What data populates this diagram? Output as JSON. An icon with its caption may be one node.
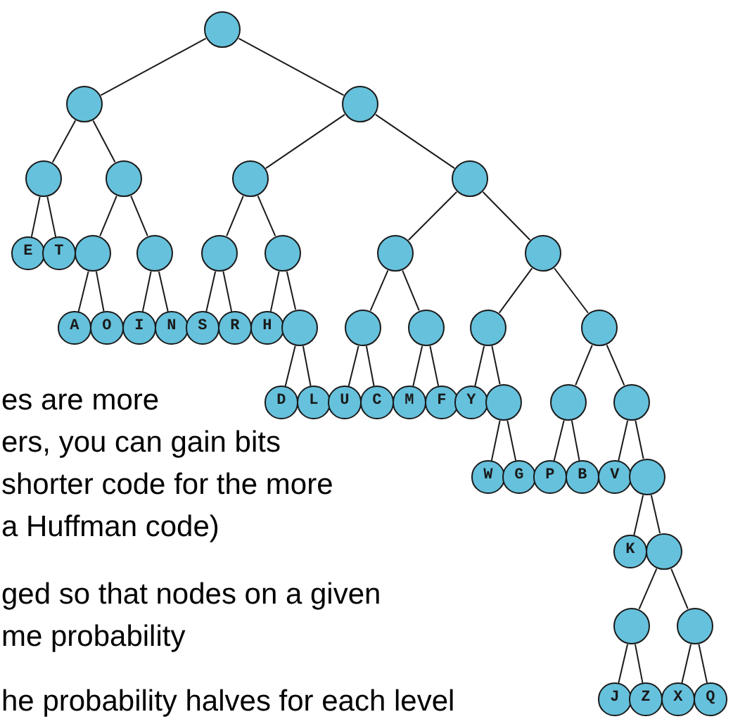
{
  "diagram": {
    "nodes": [
      {
        "text": [],
        "shape": "circle"
      },
      {
        "text": [],
        "shape": "circle"
      },
      {
        "text": [],
        "shape": "circle"
      },
      {
        "text": [],
        "shape": "circle"
      },
      {
        "text": [],
        "shape": "circle"
      },
      {
        "text": [],
        "shape": "circle"
      },
      {
        "text": [],
        "shape": "circle"
      },
      {
        "text": [
          "E"
        ]
      },
      {
        "text": [
          "T"
        ]
      },
      {
        "text": [],
        "shape": "circle"
      },
      {
        "text": [],
        "shape": "circle"
      },
      {
        "text": [],
        "shape": "circle"
      },
      {
        "text": [],
        "shape": "circle"
      },
      {
        "text": [],
        "shape": "circle"
      },
      {
        "text": [],
        "shape": "circle"
      },
      {
        "text": [
          "A"
        ]
      },
      {
        "text": [
          "O"
        ]
      },
      {
        "text": [
          "I"
        ]
      },
      {
        "text": [
          "N"
        ]
      },
      {
        "text": [
          "S"
        ]
      },
      {
        "text": [
          "R"
        ]
      },
      {
        "text": [
          "H"
        ]
      },
      {
        "text": [],
        "shape": "circle"
      },
      {
        "text": [],
        "shape": "circle"
      },
      {
        "text": [],
        "shape": "circle"
      },
      {
        "text": [],
        "shape": "circle"
      },
      {
        "text": [],
        "shape": "circle"
      },
      {
        "text": [
          "D"
        ]
      },
      {
        "text": [
          "L"
        ]
      },
      {
        "text": [
          "U"
        ]
      },
      {
        "text": [
          "C"
        ]
      },
      {
        "text": [
          "M"
        ]
      },
      {
        "text": [
          "F"
        ]
      },
      {
        "text": [
          "Y"
        ]
      },
      {
        "text": [],
        "shape": "circle"
      },
      {
        "text": [],
        "shape": "circle"
      },
      {
        "text": [],
        "shape": "circle"
      },
      {
        "text": [
          "W"
        ]
      },
      {
        "text": [
          "G"
        ]
      },
      {
        "text": [
          "P"
        ]
      },
      {
        "text": [
          "B"
        ]
      },
      {
        "text": [
          "V"
        ]
      },
      {
        "text": [],
        "shape": "circle"
      },
      {
        "text": [
          "K"
        ]
      },
      {
        "text": [],
        "shape": "circle"
      },
      {
        "text": [],
        "shape": "circle"
      },
      {
        "text": [],
        "shape": "circle"
      },
      {
        "text": [
          "J"
        ]
      },
      {
        "text": [
          "Z"
        ]
      },
      {
        "text": [
          "X"
        ]
      },
      {
        "text": [
          "Q"
        ]
      }
    ],
    "edges": [
      {
        "from": 0,
        "to": 1,
        "arrow": "none"
      },
      {
        "from": 0,
        "to": 2,
        "arrow": "none"
      },
      {
        "from": 1,
        "to": 3,
        "arrow": "none"
      },
      {
        "from": 1,
        "to": 4,
        "arrow": "none"
      },
      {
        "from": 2,
        "to": 5,
        "arrow": "none"
      },
      {
        "from": 2,
        "to": 6,
        "arrow": "none"
      },
      {
        "from": 3,
        "to": 7,
        "arrow": "none"
      },
      {
        "from": 3,
        "to": 8,
        "arrow": "none"
      },
      {
        "from": 4,
        "to": 9,
        "arrow": "none"
      },
      {
        "from": 4,
        "to": 10,
        "arrow": "none"
      },
      {
        "from": 5,
        "to": 11,
        "arrow": "none"
      },
      {
        "from": 5,
        "to": 12,
        "arrow": "none"
      },
      {
        "from": 6,
        "to": 13,
        "arrow": "none"
      },
      {
        "from": 6,
        "to": 14,
        "arrow": "none"
      },
      {
        "from": 9,
        "to": 15,
        "arrow": "none"
      },
      {
        "from": 9,
        "to": 16,
        "arrow": "none"
      },
      {
        "from": 10,
        "to": 17,
        "arrow": "none"
      },
      {
        "from": 10,
        "to": 18,
        "arrow": "none"
      },
      {
        "from": 11,
        "to": 19,
        "arrow": "none"
      },
      {
        "from": 11,
        "to": 20,
        "arrow": "none"
      },
      {
        "from": 12,
        "to": 21,
        "arrow": "none"
      },
      {
        "from": 12,
        "to": 22,
        "arrow": "none"
      },
      {
        "from": 13,
        "to": 23,
        "arrow": "none"
      },
      {
        "from": 13,
        "to": 24,
        "arrow": "none"
      },
      {
        "from": 14,
        "to": 25,
        "arrow": "none"
      },
      {
        "from": 14,
        "to": 26,
        "arrow": "none"
      },
      {
        "from": 22,
        "to": 27,
        "arrow": "none"
      },
      {
        "from": 22,
        "to": 28,
        "arrow": "none"
      },
      {
        "from": 23,
        "to": 29,
        "arrow": "none"
      },
      {
        "from": 23,
        "to": 30,
        "arrow": "none"
      },
      {
        "from": 24,
        "to": 31,
        "arrow": "none"
      },
      {
        "from": 24,
        "to": 32,
        "arrow": "none"
      },
      {
        "from": 25,
        "to": 33,
        "arrow": "none"
      },
      {
        "from": 25,
        "to": 34,
        "arrow": "none"
      },
      {
        "from": 26,
        "to": 35,
        "arrow": "none"
      },
      {
        "from": 26,
        "to": 36,
        "arrow": "none"
      },
      {
        "from": 34,
        "to": 37,
        "arrow": "none"
      },
      {
        "from": 34,
        "to": 38,
        "arrow": "none"
      },
      {
        "from": 35,
        "to": 39,
        "arrow": "none"
      },
      {
        "from": 35,
        "to": 40,
        "arrow": "none"
      },
      {
        "from": 36,
        "to": 41,
        "arrow": "none"
      },
      {
        "from": 36,
        "to": 42,
        "arrow": "none"
      },
      {
        "from": 42,
        "to": 43,
        "arrow": "none"
      },
      {
        "from": 42,
        "to": 44,
        "arrow": "none"
      },
      {
        "from": 44,
        "to": 45,
        "arrow": "none"
      },
      {
        "from": 44,
        "to": 46,
        "arrow": "none"
      },
      {
        "from": 45,
        "to": 47,
        "arrow": "none"
      },
      {
        "from": 45,
        "to": 48,
        "arrow": "none"
      },
      {
        "from": 46,
        "to": 49,
        "arrow": "none"
      },
      {
        "from": 46,
        "to": 50,
        "arrow": "none"
      }
    ],
    "labels": [
      "es are more",
      "ers, you can gain bits",
      "shorter code for the more",
      "a Huffman code)",
      "ged so that nodes on a given",
      "me probability",
      "he probability halves for each level"
    ]
  }
}
